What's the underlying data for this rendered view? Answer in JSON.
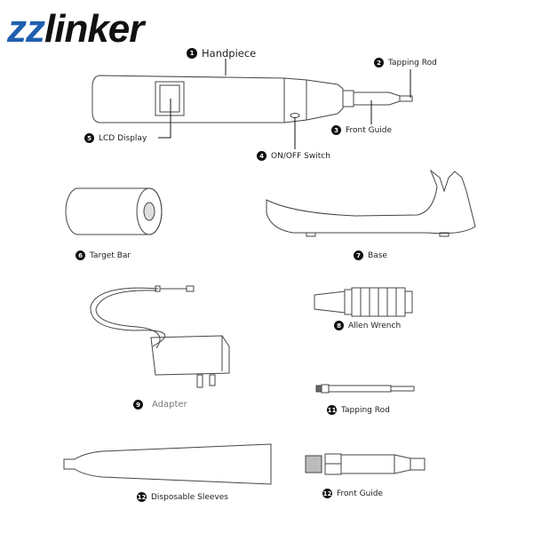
{
  "logo": {
    "part1": "zz",
    "part2": "linker",
    "colors": {
      "zz": "#1f5fae",
      "linker": "#111111"
    }
  },
  "labels": [
    {
      "num": "1",
      "text": "Handpiece"
    },
    {
      "num": "2",
      "text": "Tapping Rod"
    },
    {
      "num": "3",
      "text": "Front Guide"
    },
    {
      "num": "4",
      "text": "ON/OFF Switch"
    },
    {
      "num": "5",
      "text": "LCD Display"
    },
    {
      "num": "6",
      "text": "Target Bar"
    },
    {
      "num": "7",
      "text": "Base"
    },
    {
      "num": "8",
      "text": "Allen Wrench"
    },
    {
      "num": "9",
      "text": "Adapter"
    },
    {
      "num": "11",
      "text": "Tapping Rod"
    },
    {
      "num": "12",
      "text": "Disposable Sleeves"
    },
    {
      "num": "12",
      "text": "Front Guide"
    }
  ]
}
